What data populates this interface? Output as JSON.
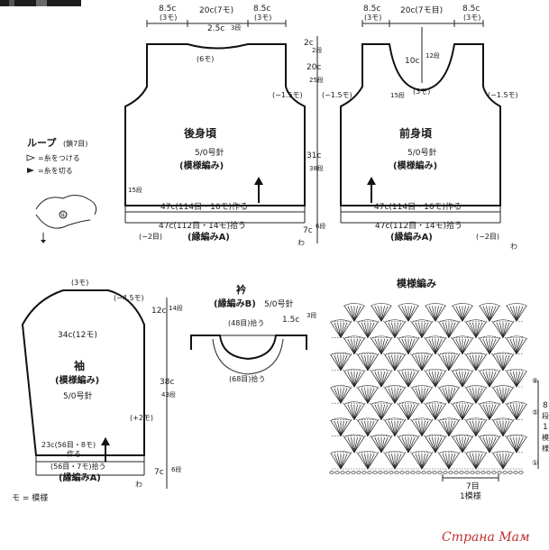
{
  "back": {
    "m_sh_l": "8.5c",
    "m_sh_l_r": "(3モ)",
    "m_neck": "20c(7モ)",
    "m_sh_r": "8.5c",
    "m_sh_r_r": "(3モ)",
    "neck_drop": "2.5c",
    "neck_drop_r": "3段",
    "neck_st": "(6モ)",
    "right_2c": "2c",
    "right_2c_r": "2段",
    "right_20c": "20c",
    "right_20c_r": "25段",
    "right_dec": "(−1.5モ)",
    "right_31c": "31c",
    "right_31c_r": "38段",
    "right_7c": "7c",
    "right_7c_r": "6段",
    "left_15": "15段",
    "title": "後身頃",
    "needle": "5/0号針",
    "pattern": "(模様編み)",
    "make_row": "47c(114目・16モ)作る",
    "pick_row": "47c(112目・14モ)拾う",
    "left_dec": "(−2目)",
    "edge": "(縁編みA)",
    "wa": "わ"
  },
  "front": {
    "m_sh_l": "8.5c",
    "m_sh_l_r": "(3モ)",
    "m_neck": "20c(7モ目)",
    "m_sh_r": "8.5c",
    "m_sh_r_r": "(3モ)",
    "neck_10c": "10c",
    "neck_10c_r": "12段",
    "neck_15": "15段",
    "neck_st": "(3モ)",
    "left_dec": "(−1.5モ)",
    "right_dec": "(−1.5モ)",
    "title": "前身頃",
    "needle": "5/0号針",
    "pattern": "(模様編み)",
    "make_row": "47c(114目・16モ)作る",
    "pick_row": "47c(112目・14モ)拾う",
    "edge_dec": "(−2目)",
    "edge": "(縁編みA)",
    "wa": "わ"
  },
  "loop": {
    "title": "ループ",
    "chain": "(鎖7目)",
    "legend_join": "=糸をつける",
    "legend_cut": "=糸を切る",
    "mark": "⑭"
  },
  "sleeve": {
    "top": "(3モ)",
    "dec": "(−4.5モ)",
    "m_12c": "12c",
    "m_12c_r": "14段",
    "width": "34c(12モ)",
    "title": "袖",
    "pattern": "(模様編み)",
    "needle": "5/0号針",
    "m_38c": "38c",
    "m_38c_r": "43段",
    "inc": "(+2モ)",
    "make_1": "23c(56目・8モ)",
    "make_2": "作る",
    "pick": "(56目・7モ)拾う",
    "edge": "(縁編みA)",
    "m_7c": "7c",
    "m_7c_r": "6段",
    "wa": "わ",
    "legend": "モ = 模様"
  },
  "collar": {
    "title": "衿",
    "edge": "(縁編みB)",
    "needle": "5/0号針",
    "pick_top": "(48目)拾う",
    "m_15c": "1.5c",
    "m_15c_r": "3段",
    "pick_bottom": "(68目)拾う"
  },
  "chart": {
    "title": "模様編み",
    "row_labels": [
      "⑧",
      "⑤",
      "①"
    ],
    "right_1": "8",
    "right_2": "段",
    "right_3": "1",
    "right_4": "模",
    "right_5": "様",
    "bottom_1": "7目",
    "bottom_2": "1模様"
  },
  "watermark": "Страна Мам"
}
